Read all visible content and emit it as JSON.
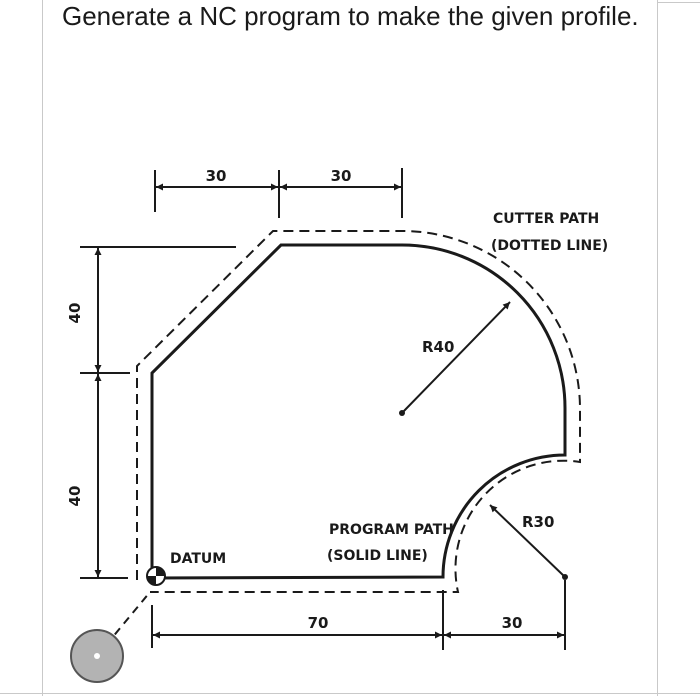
{
  "question": {
    "text": "Generate a NC program to make the given profile."
  },
  "diagram": {
    "dim_top_left": "30",
    "dim_top_right": "30",
    "dim_left_upper": "40",
    "dim_left_lower": "40",
    "dim_bottom_left": "70",
    "dim_bottom_right": "30",
    "radius_large": "R40",
    "radius_small": "R30",
    "cutter_path_line1": "CUTTER PATH",
    "cutter_path_line2": "(DOTTED LINE)",
    "program_path_line1": "PROGRAM PATH",
    "program_path_line2": "(SOLID LINE)",
    "datum_label": "DATUM",
    "colors": {
      "line": "#1a1a1a",
      "start_circle": "#b3b3b3"
    }
  }
}
